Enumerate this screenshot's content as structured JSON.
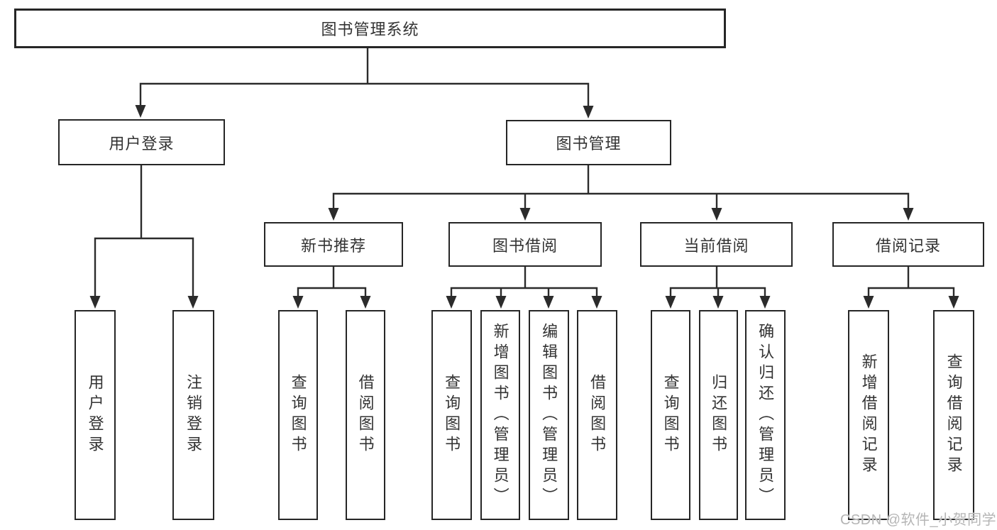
{
  "tree": {
    "root": "图书管理系统",
    "branches": [
      {
        "label": "用户登录",
        "children": [
          "用户登录",
          "注销登录"
        ]
      },
      {
        "label": "图书管理",
        "groups": [
          {
            "label": "新书推荐",
            "children": [
              "查询图书",
              "借阅图书"
            ]
          },
          {
            "label": "图书借阅",
            "children": [
              "查询图书",
              "新增图书（管理员）",
              "编辑图书（管理员）",
              "借阅图书"
            ]
          },
          {
            "label": "当前借阅",
            "children": [
              "查询图书",
              "归还图书",
              "确认归还（管理员）"
            ]
          },
          {
            "label": "借阅记录",
            "children": [
              "新增借阅记录",
              "查询借阅记录"
            ]
          }
        ]
      }
    ]
  },
  "watermark": "CSDN @软件_小贺同学",
  "colors": {
    "line": "#2b2b2b",
    "border": "#262626",
    "text": "#333333",
    "background": "#ffffff",
    "watermark": "#b5b5b5"
  }
}
